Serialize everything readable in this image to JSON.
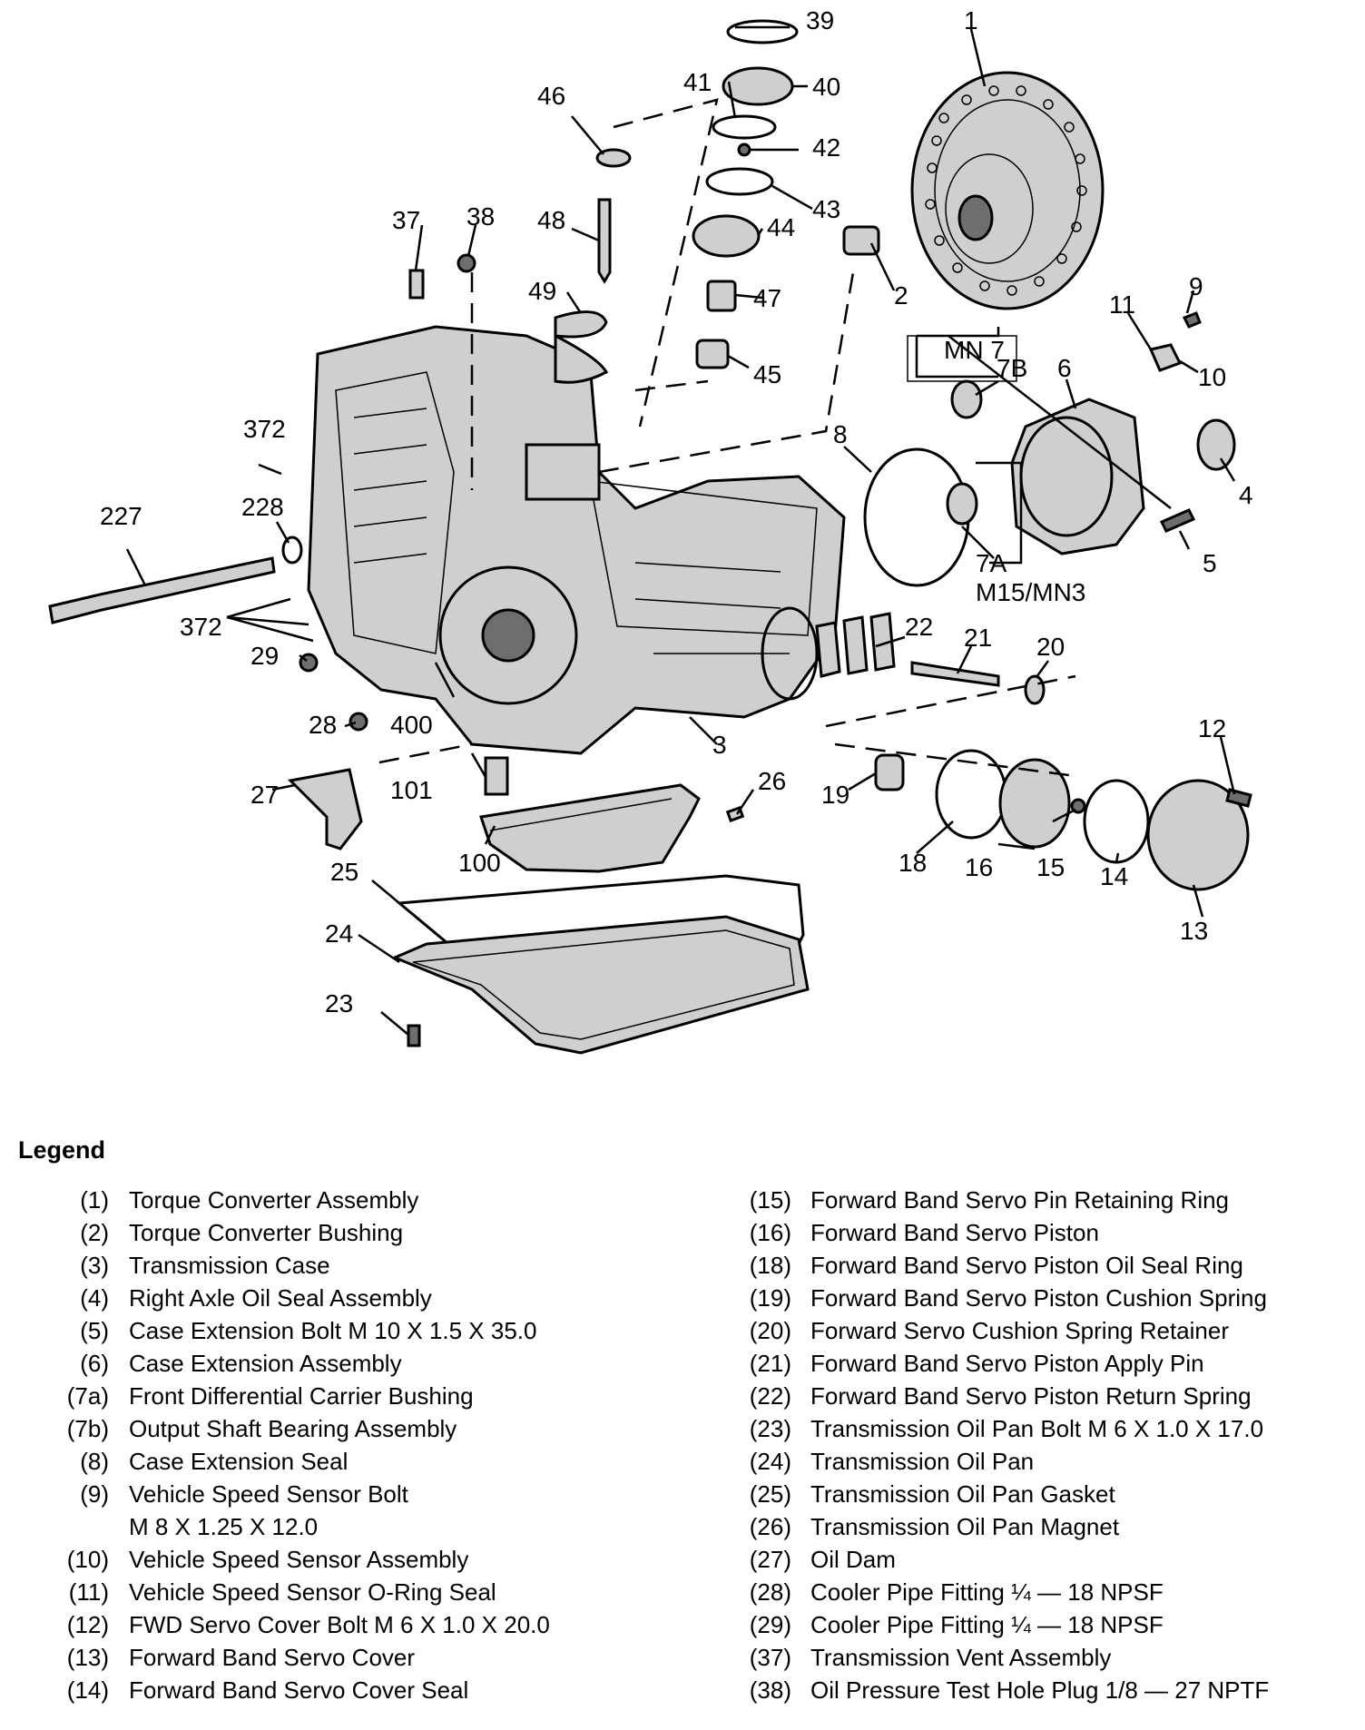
{
  "diagram": {
    "callouts": {
      "c1": "1",
      "c2": "2",
      "c3": "3",
      "c4": "4",
      "c5": "5",
      "c6": "6",
      "c7b": "7B",
      "c7a": "7A",
      "mn7": "MN 7",
      "m15mn3": "M15/MN3",
      "c8": "8",
      "c9": "9",
      "c10": "10",
      "c11": "11",
      "c12": "12",
      "c13": "13",
      "c14": "14",
      "c15": "15",
      "c16": "16",
      "c18": "18",
      "c19": "19",
      "c20": "20",
      "c21": "21",
      "c22": "22",
      "c23": "23",
      "c24": "24",
      "c25": "25",
      "c26": "26",
      "c27": "27",
      "c28": "28",
      "c29": "29",
      "c37": "37",
      "c38": "38",
      "c39": "39",
      "c40": "40",
      "c41": "41",
      "c42": "42",
      "c43": "43",
      "c44": "44",
      "c45": "45",
      "c46": "46",
      "c47": "47",
      "c48": "48",
      "c49": "49",
      "c100": "100",
      "c101": "101",
      "c227": "227",
      "c228": "228",
      "c372a": "372",
      "c372b": "372",
      "c400": "400"
    }
  },
  "legend": {
    "title": "Legend",
    "left": [
      {
        "code": "(1)",
        "text": "Torque Converter Assembly"
      },
      {
        "code": "(2)",
        "text": "Torque Converter Bushing"
      },
      {
        "code": "(3)",
        "text": "Transmission Case"
      },
      {
        "code": "(4)",
        "text": "Right Axle Oil Seal Assembly"
      },
      {
        "code": "(5)",
        "text": "Case Extension Bolt M 10 X 1.5 X 35.0"
      },
      {
        "code": "(6)",
        "text": "Case Extension Assembly"
      },
      {
        "code": "(7a)",
        "text": "Front Differential Carrier Bushing"
      },
      {
        "code": "(7b)",
        "text": "Output Shaft Bearing Assembly"
      },
      {
        "code": "(8)",
        "text": "Case Extension Seal"
      },
      {
        "code": "(9)",
        "text": "Vehicle Speed Sensor Bolt",
        "text2": "M 8 X 1.25 X 12.0"
      },
      {
        "code": "(10)",
        "text": "Vehicle Speed Sensor Assembly"
      },
      {
        "code": "(11)",
        "text": "Vehicle Speed Sensor O-Ring Seal"
      },
      {
        "code": "(12)",
        "text": "FWD Servo Cover Bolt M 6 X 1.0 X 20.0"
      },
      {
        "code": "(13)",
        "text": "Forward Band Servo Cover"
      },
      {
        "code": "(14)",
        "text": "Forward Band Servo Cover Seal"
      }
    ],
    "right": [
      {
        "code": "(15)",
        "text": "Forward Band Servo Pin Retaining Ring"
      },
      {
        "code": "(16)",
        "text": "Forward Band Servo Piston"
      },
      {
        "code": "(18)",
        "text": "Forward Band Servo Piston Oil Seal Ring"
      },
      {
        "code": "(19)",
        "text": "Forward Band Servo Piston Cushion Spring"
      },
      {
        "code": "(20)",
        "text": "Forward Servo Cushion Spring Retainer"
      },
      {
        "code": "(21)",
        "text": "Forward Band Servo Piston Apply Pin"
      },
      {
        "code": "(22)",
        "text": "Forward Band Servo Piston Return Spring"
      },
      {
        "code": "(23)",
        "text": "Transmission Oil Pan Bolt M 6 X 1.0 X 17.0"
      },
      {
        "code": "(24)",
        "text": "Transmission Oil Pan"
      },
      {
        "code": "(25)",
        "text": "Transmission Oil Pan Gasket"
      },
      {
        "code": "(26)",
        "text": "Transmission Oil Pan Magnet"
      },
      {
        "code": "(27)",
        "text": "Oil Dam"
      },
      {
        "code": "(28)",
        "text": "Cooler Pipe Fitting ¼ — 18 NPSF"
      },
      {
        "code": "(29)",
        "text": "Cooler Pipe Fitting ¼ — 18 NPSF"
      },
      {
        "code": "(37)",
        "text": "Transmission Vent Assembly"
      },
      {
        "code": "(38)",
        "text": "Oil Pressure Test Hole Plug  1/8 — 27 NPTF"
      }
    ]
  }
}
